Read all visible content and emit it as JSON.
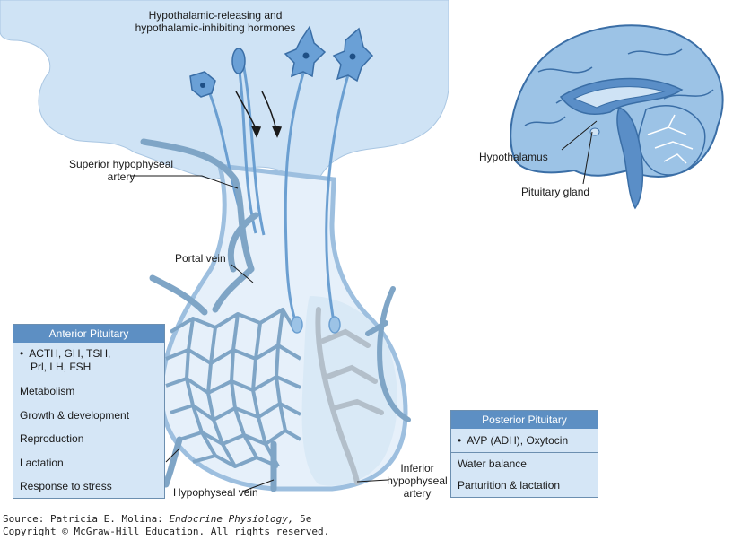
{
  "labels": {
    "hormones_line1": "Hypothalamic-releasing and",
    "hormones_line2": "hypothalamic-inhibiting hormones",
    "superior_line1": "Superior hypophyseal",
    "superior_line2": "artery",
    "portal_vein": "Portal vein",
    "hypophyseal_vein": "Hypophyseal vein",
    "inferior_line1": "Inferior",
    "inferior_line2": "hypophyseal",
    "inferior_line3": "artery",
    "hypothalamus": "Hypothalamus",
    "pituitary_gland": "Pituitary gland"
  },
  "anterior": {
    "title": "Anterior Pituitary",
    "hormones_line1": "ACTH, GH, TSH,",
    "hormones_line2": "Prl, LH, FSH",
    "functions": [
      "Metabolism",
      "Growth & development",
      "Reproduction",
      "Lactation",
      "Response to stress"
    ]
  },
  "posterior": {
    "title": "Posterior Pituitary",
    "hormones": "AVP (ADH), Oxytocin",
    "functions": [
      "Water balance",
      "Parturition & lactation"
    ]
  },
  "source": {
    "line1_prefix": "Source: Patricia E. Molina: ",
    "line1_title": "Endocrine Physiology,",
    "line1_suffix": " 5e",
    "line2": "Copyright © McGraw-Hill Education. All rights reserved."
  },
  "colors": {
    "brain_light": "#cfe3f5",
    "brain_mid": "#9cc3e6",
    "brain_dark": "#4f86c0",
    "vessel": "#7fa5c6",
    "box_header": "#5d8fc3",
    "box_fill": "#d5e6f6"
  }
}
